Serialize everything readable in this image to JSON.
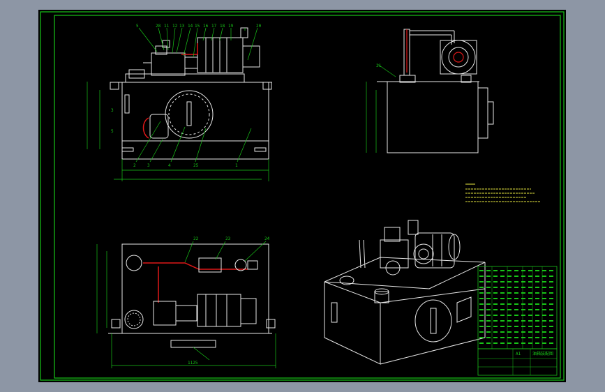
{
  "colors": {
    "background": "#8d96a5",
    "sheet": "#000000",
    "frame": "#18c418",
    "outline": "#e8e8e8",
    "accent": "#e01818",
    "note": "#e8e840"
  },
  "views": {
    "front": {
      "balloons": [
        "5",
        "28",
        "11",
        "12",
        "13",
        "14",
        "15",
        "16",
        "17",
        "18",
        "19",
        "20"
      ],
      "left_labels": [
        "3",
        "5"
      ],
      "bottom_labels": [
        "2",
        "3",
        "4",
        "25",
        "1"
      ]
    },
    "side": {
      "balloon": "21"
    },
    "top": {
      "balloons": [
        "22",
        "23",
        "24"
      ],
      "bottom_dim": "1125"
    },
    "iso": {}
  },
  "title_block": {
    "drawing_title": "油箱装配图",
    "sheet_label": "A1"
  }
}
